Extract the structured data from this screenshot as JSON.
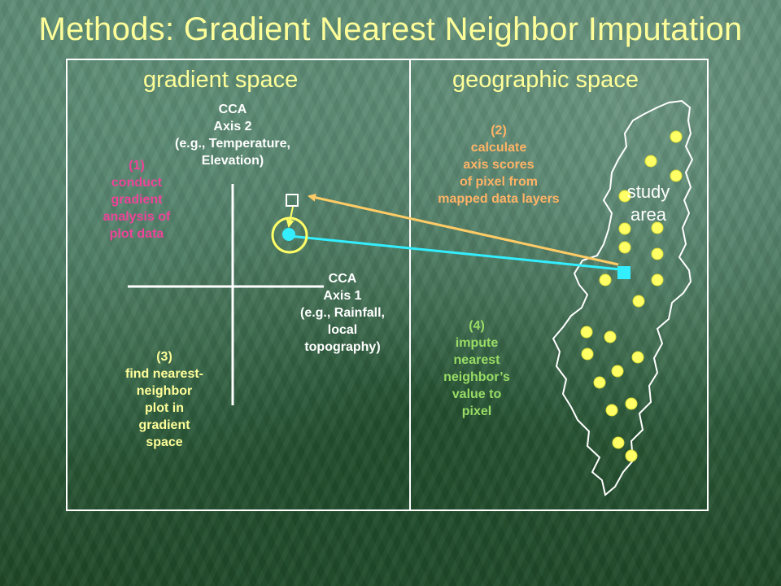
{
  "slide": {
    "title": "Methods: Gradient Nearest Neighbor Imputation"
  },
  "panels": {
    "gradient_label": "gradient space",
    "geographic_label": "geographic space"
  },
  "axes": {
    "axis2": "CCA\nAxis 2\n(e.g., Temperature,\nElevation)",
    "axis1": "CCA\nAxis 1\n(e.g., Rainfall,\nlocal\ntopography)"
  },
  "steps": {
    "step1": "(1)\nconduct\ngradient\nanalysis of\nplot data",
    "step2": "(2)\ncalculate\naxis scores\nof pixel from\nmapped data layers",
    "step3": "(3)\nfind nearest-\nneighbor\nplot in\ngradient\nspace",
    "step4": "(4)\nimpute\nnearest\nneighbor’s\nvalue to\npixel"
  },
  "map": {
    "study_area": "study\narea"
  },
  "colors": {
    "title": "#ffff99",
    "step1": "#ee4499",
    "step2": "#ffb366",
    "step3": "#ffff99",
    "step4": "#99dd66",
    "plot_marker": "#ffff66",
    "pixel_link": "#33eeff",
    "axis_score_arrow": "#ffcc66"
  }
}
